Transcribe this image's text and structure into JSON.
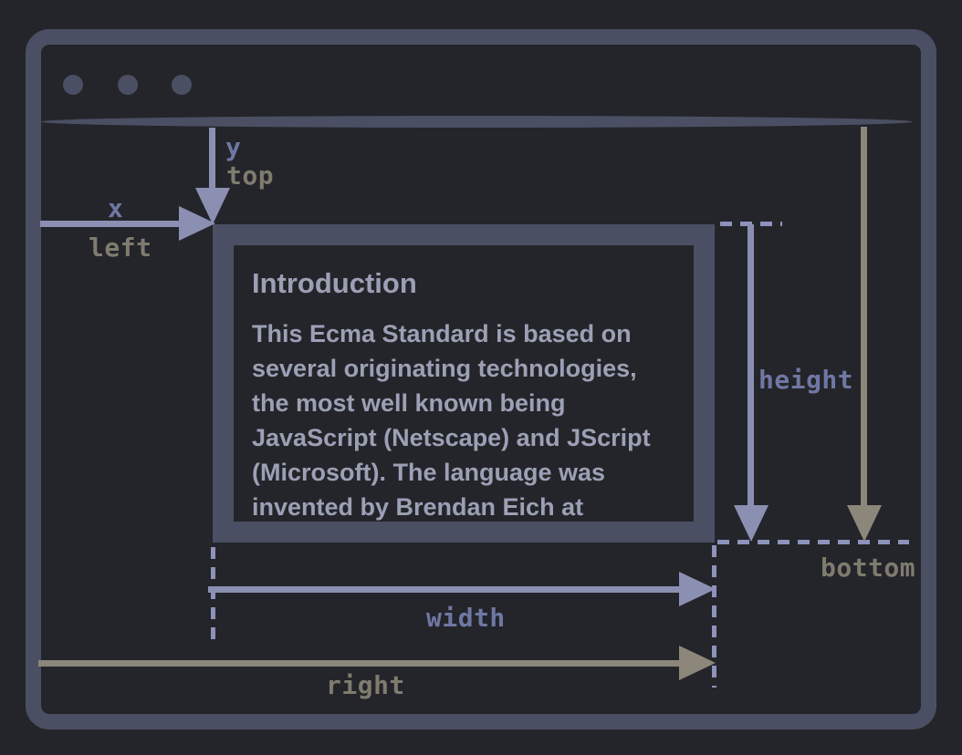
{
  "colors": {
    "background": "#24252a",
    "frame": "#4b4f63",
    "arrow_primary": "#8b90b2",
    "arrow_secondary": "#8c877a",
    "label_primary": "#6f77a4",
    "label_secondary": "#7f7b6f",
    "dash": "#8d93bb",
    "content_text": "#9ba0b5"
  },
  "icons": {
    "window_controls": "three-dots",
    "address_bar": "lozenge-bar"
  },
  "element_box": {
    "heading": "Introduction",
    "body": "This Ecma Standard is based on\nseveral originating technologies,\nthe most well known being\nJavaScript (Netscape) and JScript\n(Microsoft). The language was\ninvented by Brendan Eich at"
  },
  "labels": {
    "x": "x",
    "y": "y",
    "top": "top",
    "left": "left",
    "width": "width",
    "height": "height",
    "right": "right",
    "bottom": "bottom"
  }
}
